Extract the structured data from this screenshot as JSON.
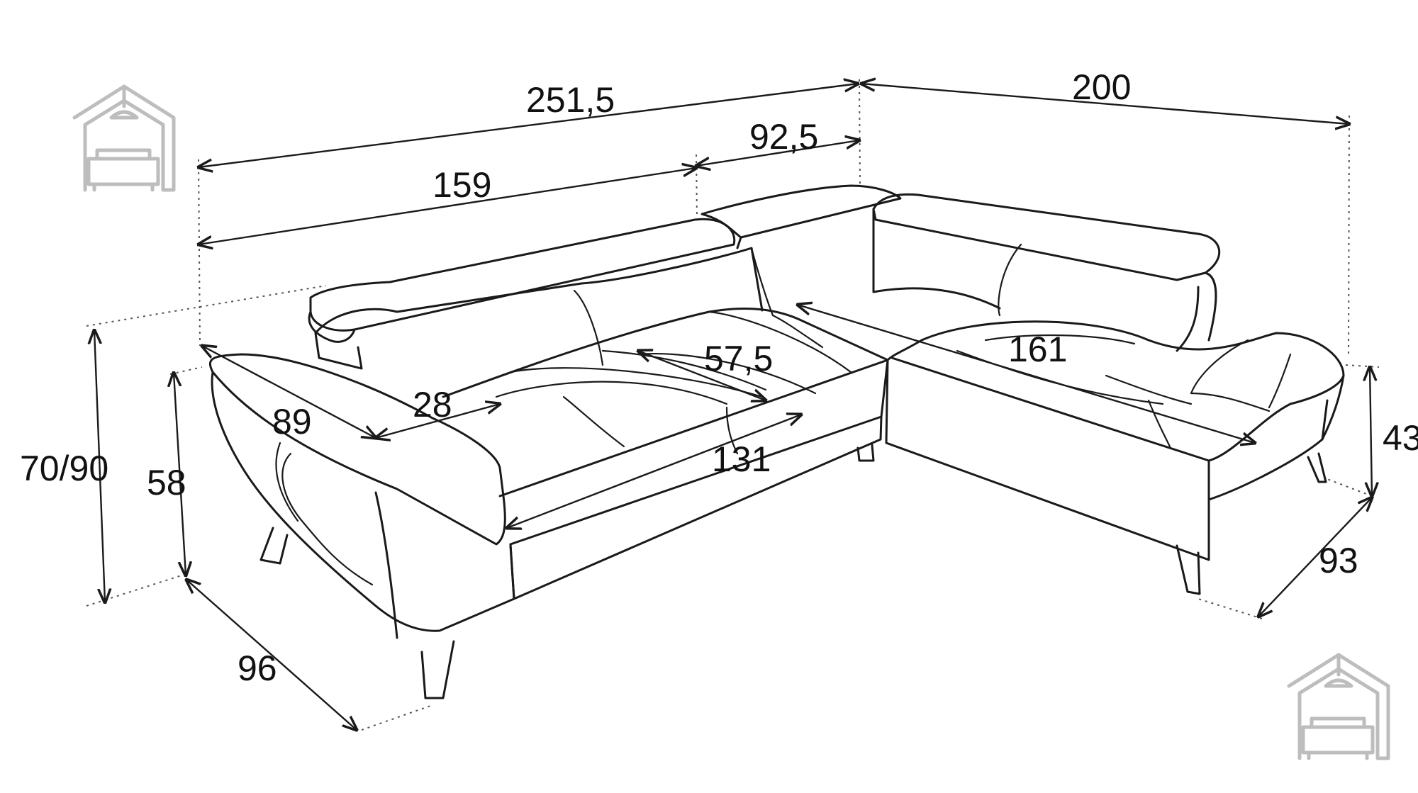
{
  "diagram": {
    "dimensions": {
      "total_width": "251,5",
      "corner_width": "200",
      "backrest_left": "159",
      "backrest_middle": "92,5",
      "total_height": "70/90",
      "arm_height": "58",
      "chaise_height": "43",
      "left_depth": "96",
      "chaise_depth": "93",
      "arm_length": "89",
      "arm_width": "28",
      "seat_depth": "57,5",
      "seat_width": "131",
      "chaise_length": "161"
    },
    "colors": {
      "line": "#1a1a1a",
      "logo": "#bdbdbd"
    },
    "icons": [
      "house-sofa-logo-icon",
      "house-sofa-logo-icon"
    ]
  }
}
